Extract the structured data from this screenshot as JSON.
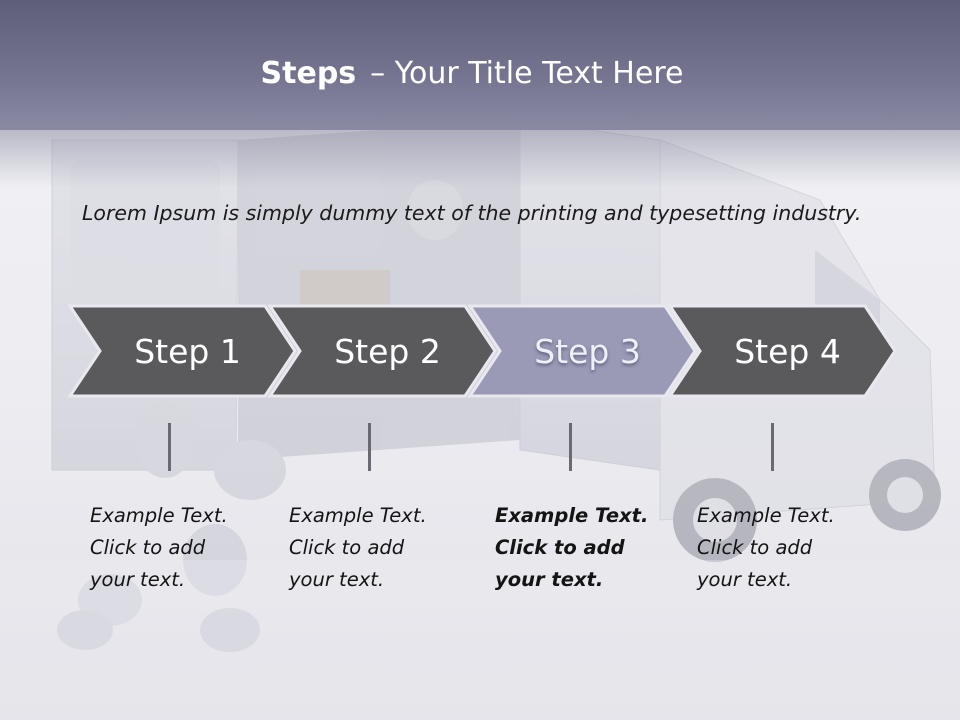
{
  "title": {
    "bold": "Steps",
    "rest": "– Your Title Text Here"
  },
  "intro": "Lorem Ipsum is simply dummy text of the printing and typesetting industry.",
  "steps": [
    {
      "label": "Step 1",
      "text": "Example Text.\nClick  to add\nyour text.",
      "active": false
    },
    {
      "label": "Step 2",
      "text": "Example Text.\nClick  to add\nyour text.",
      "active": false
    },
    {
      "label": "Step 3",
      "text": "Example Text.\nClick  to add\nyour text.",
      "active": true
    },
    {
      "label": "Step 4",
      "text": "Example Text.\nClick  to add\nyour text.",
      "active": false
    }
  ],
  "colors": {
    "header": "#6e6e8a",
    "chevron": "#5a5a5c",
    "chevron_active": "#9a9ab6",
    "chevron_border": "#e8e8ee",
    "text": "#141414"
  },
  "background_image": "delivery-van-with-robot-figure"
}
